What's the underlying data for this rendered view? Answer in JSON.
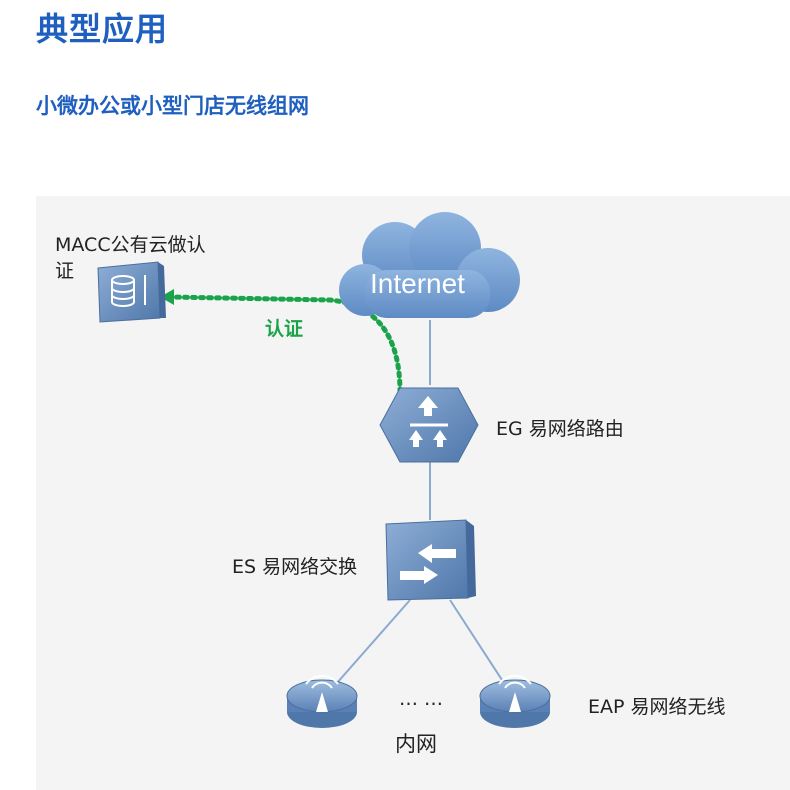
{
  "header": {
    "title": "典型应用",
    "subtitle": "小微办公或小型门店无线组网"
  },
  "diagram": {
    "macc_label_line1": "MACC公有云做认",
    "macc_label_line2": "证",
    "internet_label": "Internet",
    "auth_label": "认证",
    "eg_label": "EG 易网络路由",
    "es_label": "ES 易网络交换",
    "eap_label": "EAP 易网络无线",
    "dots_label": "… …",
    "lan_label": "内网"
  },
  "colors": {
    "accent": "#1f5fbf",
    "device": "#5b82b5",
    "auth": "#1aa34a"
  }
}
